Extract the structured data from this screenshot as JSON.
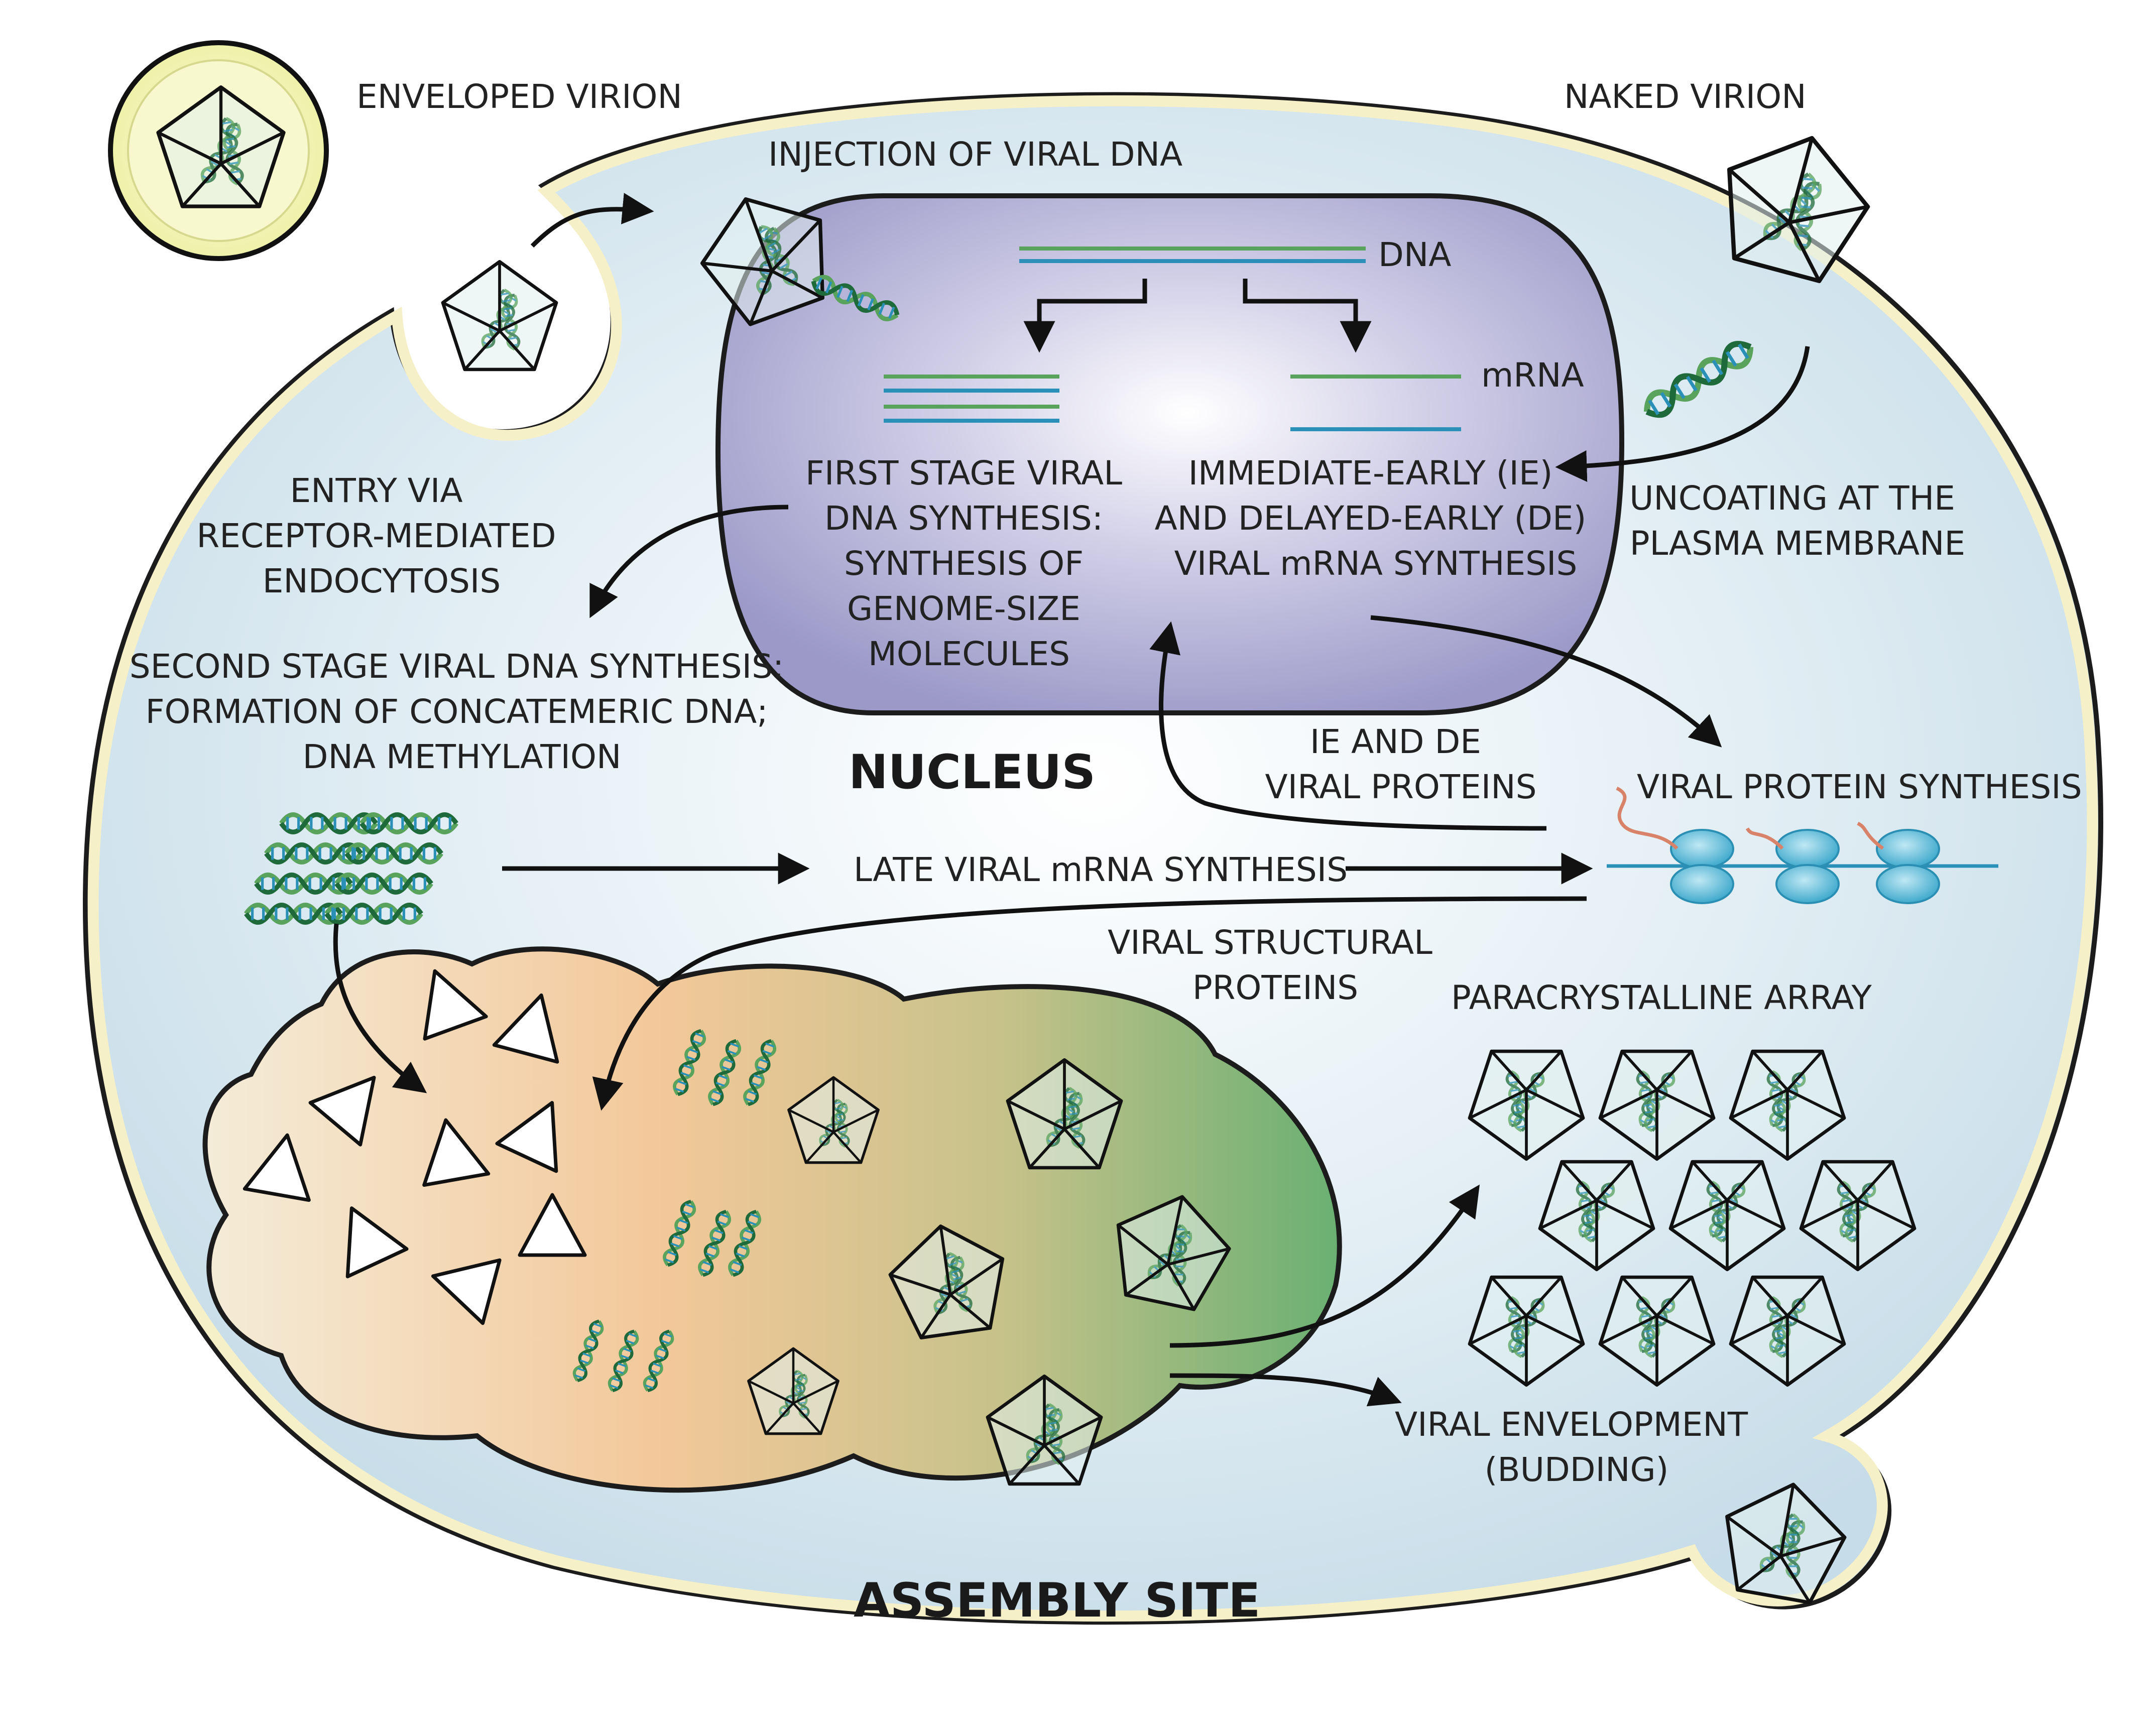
{
  "labels": {
    "enveloped_virion": "ENVELOPED VIRION",
    "naked_virion": "NAKED VIRION",
    "injection": "INJECTION OF VIRAL DNA",
    "dna": "DNA",
    "mrna": "mRNA",
    "entry": [
      "ENTRY VIA",
      "RECEPTOR-MEDIATED",
      "ENDOCYTOSIS"
    ],
    "first_stage": [
      "FIRST STAGE VIRAL",
      "DNA SYNTHESIS:",
      "SYNTHESIS OF",
      "GENOME-SIZE",
      "MOLECULES"
    ],
    "ie_de_mrna": [
      "IMMEDIATE-EARLY (IE)",
      "AND DELAYED-EARLY (DE)",
      "VIRAL mRNA SYNTHESIS"
    ],
    "uncoating": [
      "UNCOATING AT THE",
      "PLASMA MEMBRANE"
    ],
    "second_stage": [
      "SECOND STAGE VIRAL DNA SYNTHESIS:",
      "FORMATION OF CONCATEMERIC DNA;",
      "DNA METHYLATION"
    ],
    "nucleus": "NUCLEUS",
    "ie_de_proteins": [
      "IE AND DE",
      "VIRAL PROTEINS"
    ],
    "protein_synthesis": "VIRAL PROTEIN SYNTHESIS",
    "late_mrna": "LATE VIRAL mRNA SYNTHESIS",
    "structural_proteins": [
      "VIRAL STRUCTURAL",
      "PROTEINS"
    ],
    "paracrystalline": "PARACRYSTALLINE ARRAY",
    "envelopment": [
      "VIRAL ENVELOPMENT",
      "(BUDDING)"
    ],
    "assembly_site": "ASSEMBLY SITE"
  },
  "colors": {
    "cell_fill": "#d5e6ef",
    "cell_border": "#f5f0c8",
    "nucleus_fill": "#a9a6cf",
    "dna_green": "#5aa35c",
    "dna_blue": "#2a90b8",
    "ribosome": "#4fb8d6",
    "peptide": "#d9826a",
    "virion_envelope": "#eef1a8"
  },
  "icons": {
    "virion": "icosahedral-capsid-icon",
    "dna_helix": "dna-double-helix-icon",
    "ribosome": "ribosome-icon",
    "capsomer": "capsomer-triangle-icon"
  }
}
